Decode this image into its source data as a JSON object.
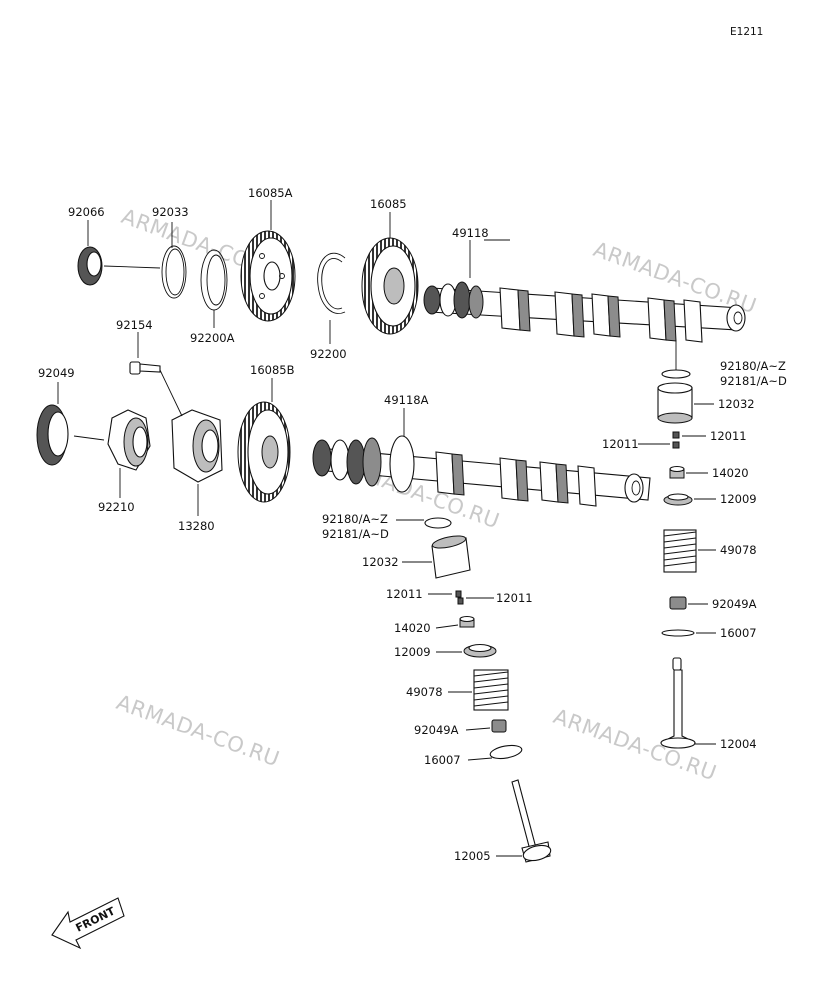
{
  "diagram_code": "E1211",
  "watermark_text": "ARMADA-CO.RU",
  "front_label": "FRONT",
  "part_labels": {
    "oil_seal_left": "92066",
    "circlip_upper": "92033",
    "washer_upper": "92200A",
    "gear_a": "16085A",
    "snap_ring": "92200",
    "gear_upper": "16085",
    "camshaft_intake": "49118",
    "bolt": "92154",
    "oil_seal_lower": "92049",
    "nut": "92210",
    "holder": "13280",
    "gear_b": "16085B",
    "camshaft_exhaust": "49118A",
    "shim_r_1": "92180/A~Z",
    "shim_r_2": "92181/A~D",
    "lifter_r": "12032",
    "keeper_r_left": "12011",
    "keeper_r_right": "12011",
    "retainer_r": "14020",
    "seat_r": "12009",
    "spring_r": "49078",
    "stem_seal_r": "92049A",
    "washer_r": "16007",
    "valve_r": "12004",
    "shim_l_1": "92180/A~Z",
    "shim_l_2": "92181/A~D",
    "lifter_l": "12032",
    "keeper_l_left": "12011",
    "keeper_l_right": "12011",
    "retainer_l": "14020",
    "seat_l": "12009",
    "spring_l": "49078",
    "stem_seal_l": "92049A",
    "washer_l": "16007",
    "valve_l": "12005"
  }
}
